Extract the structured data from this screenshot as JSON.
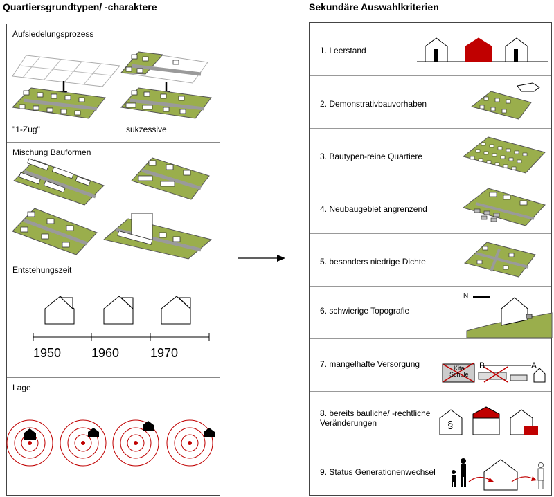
{
  "left_heading": "Quartiersgrundtypen/ -charaktere",
  "right_heading": "Sekundäre Auswahlkriterien",
  "sections": {
    "aufsiedelung": {
      "title": "Aufsiedelungsprozess",
      "caption_left": "\"1-Zug\"",
      "caption_right": "sukzessive"
    },
    "mischung": {
      "title": "Mischung Bauformen"
    },
    "entstehung": {
      "title": "Entstehungszeit",
      "years": [
        "1950",
        "1960",
        "1970"
      ]
    },
    "lage": {
      "title": "Lage"
    }
  },
  "criteria": [
    {
      "label": "1. Leerstand"
    },
    {
      "label": "2. Demonstrativbauvorhaben"
    },
    {
      "label": "3. Bautypen-reine Quartiere"
    },
    {
      "label": "4. Neubaugebiet angrenzend"
    },
    {
      "label": "5. besonders niedrige Dichte"
    },
    {
      "label": "6. schwierige Topografie",
      "icon_text": "N"
    },
    {
      "label": "7. mangelhafte Versorgung",
      "icon_text": [
        "Kita",
        "Schule",
        "B",
        "A"
      ]
    },
    {
      "label": "8. bereits bauliche/ -rechtliche Veränderungen",
      "icon_text": "§"
    },
    {
      "label": "9. Status Generationenwechsel"
    }
  ],
  "colors": {
    "accent_red": "#c00000",
    "ground_green": "#9aae4c",
    "road_gray": "#9a9a9a"
  }
}
